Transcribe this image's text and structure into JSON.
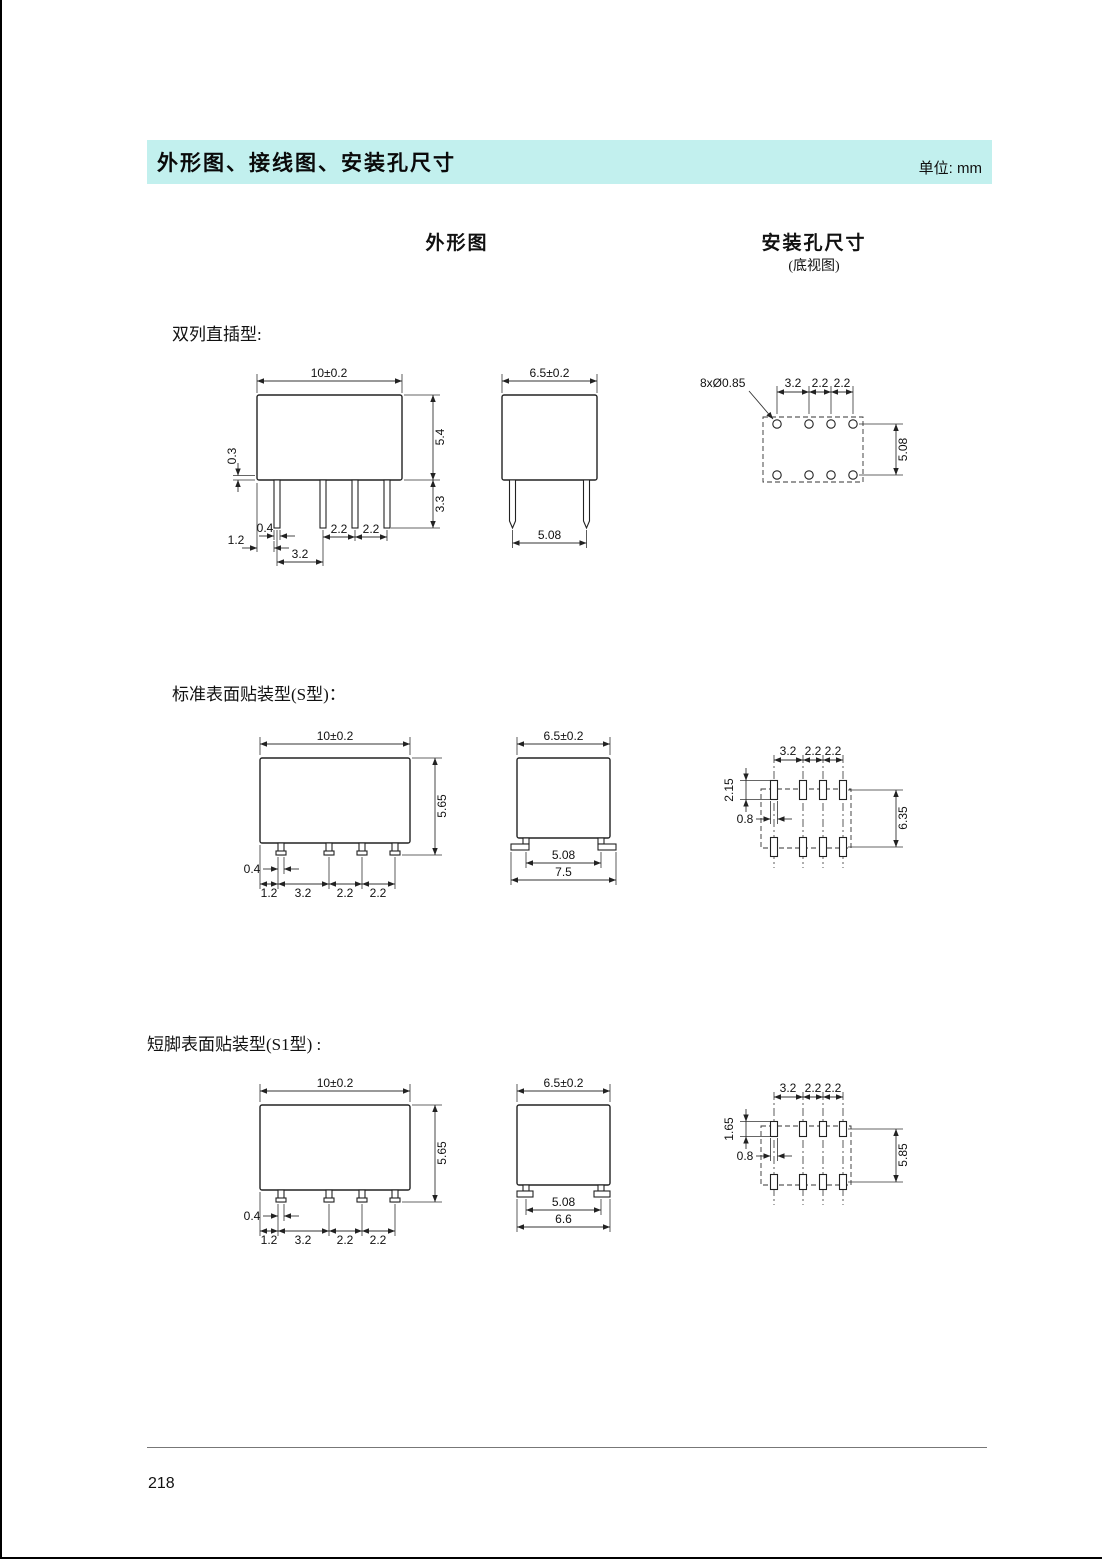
{
  "header": {
    "title": "外形图、接线图、安装孔尺寸",
    "unit_label": "单位: mm"
  },
  "columns": {
    "outline": "外形图",
    "mounting": "安装孔尺寸",
    "mounting_sub": "(底视图)"
  },
  "sections": {
    "dip": {
      "label": "双列直插型:",
      "front": {
        "width": "10±0.2",
        "step": "0.3",
        "height": "5.4",
        "pin_len": "3.3",
        "d12": "1.2",
        "d04": "0.4",
        "d22a": "2.2",
        "d22b": "2.2",
        "d32": "3.2"
      },
      "side": {
        "width": "6.5±0.2",
        "pitch": "5.08"
      },
      "holes": {
        "callout": "8xØ0.85",
        "d32": "3.2",
        "d22a": "2.2",
        "d22b": "2.2",
        "row_pitch": "5.08"
      }
    },
    "s": {
      "label": "标准表面贴装型(S型)：",
      "front": {
        "width": "10±0.2",
        "height": "5.65",
        "d04": "0.4",
        "d12": "1.2",
        "d32": "3.2",
        "d22a": "2.2",
        "d22b": "2.2"
      },
      "side": {
        "width": "6.5±0.2",
        "pitch": "5.08",
        "overall": "7.5"
      },
      "pads": {
        "d32": "3.2",
        "d22a": "2.2",
        "d22b": "2.2",
        "pad_h": "2.15",
        "pad_w": "0.8",
        "row_pitch": "6.35"
      }
    },
    "s1": {
      "label": "短脚表面贴装型(S1型) :",
      "front": {
        "width": "10±0.2",
        "height": "5.65",
        "d04": "0.4",
        "d12": "1.2",
        "d32": "3.2",
        "d22a": "2.2",
        "d22b": "2.2"
      },
      "side": {
        "width": "6.5±0.2",
        "pitch": "5.08",
        "overall": "6.6"
      },
      "pads": {
        "d32": "3.2",
        "d22a": "2.2",
        "d22b": "2.2",
        "pad_h": "1.65",
        "pad_w": "0.8",
        "row_pitch": "5.85"
      }
    }
  },
  "footer": {
    "page": "218"
  }
}
